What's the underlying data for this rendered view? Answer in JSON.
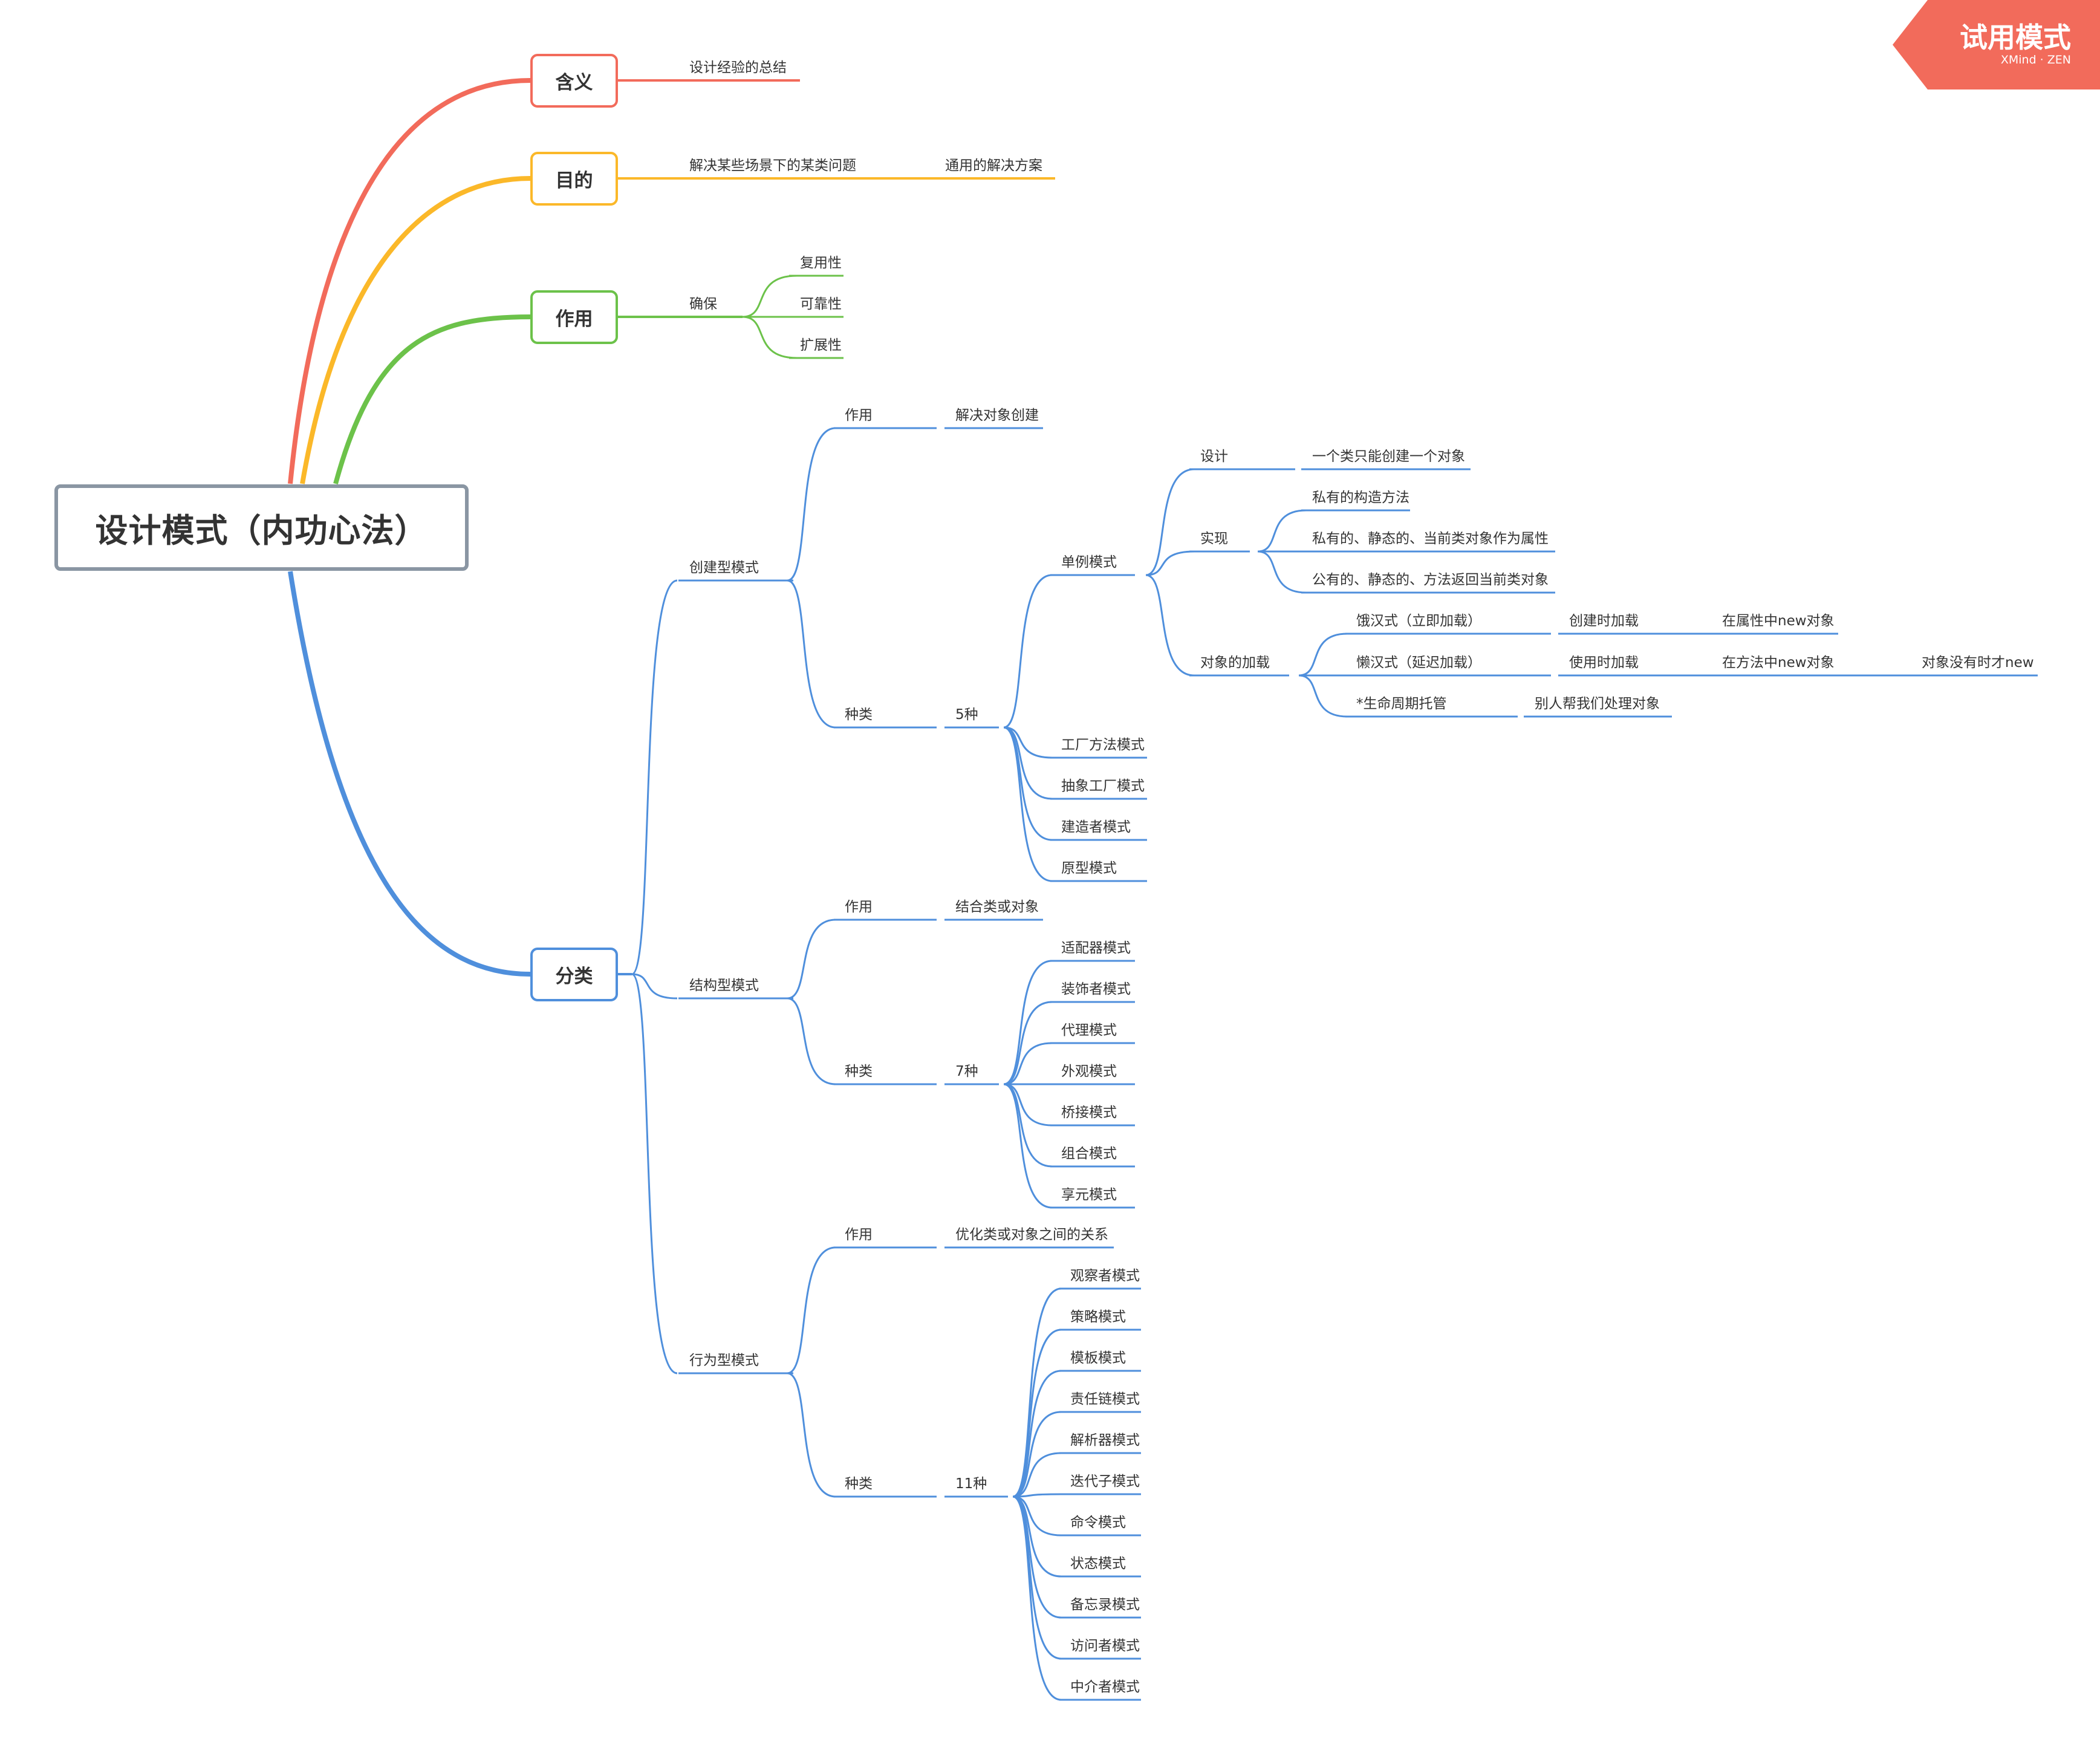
{
  "colors": {
    "meaning": "#f26b5b",
    "purpose": "#fbb829",
    "function": "#6cc24a",
    "category": "#4f8fdc",
    "root_border": "#8a96a3",
    "trial_bg": "#f26b5b"
  },
  "watermark": {
    "title": "试用模式",
    "sub": "XMind · ZEN"
  },
  "root": {
    "label": "设计模式（内功心法）"
  },
  "meaning": {
    "label": "含义",
    "child": "设计经验的总结"
  },
  "purpose": {
    "label": "目的",
    "child": "解决某些场景下的某类问题",
    "grandchild": "通用的解决方案"
  },
  "function": {
    "label": "作用",
    "child": "确保",
    "items": [
      "复用性",
      "可靠性",
      "扩展性"
    ]
  },
  "category": {
    "label": "分类",
    "creational": {
      "label": "创建型模式",
      "role_label": "作用",
      "role": "解决对象创建",
      "kinds_label": "种类",
      "kinds_count": "5种",
      "singleton": {
        "label": "单例模式",
        "design_label": "设计",
        "design": "一个类只能创建一个对象",
        "impl_label": "实现",
        "impl": [
          "私有的构造方法",
          "私有的、静态的、当前类对象作为属性",
          "公有的、静态的、方法返回当前类对象"
        ],
        "loading_label": "对象的加载",
        "eager": [
          "饿汉式（立即加载）",
          "创建时加载",
          "在属性中new对象"
        ],
        "lazy": [
          "懒汉式（延迟加载）",
          "使用时加载",
          "在方法中new对象",
          "对象没有时才new"
        ],
        "lifecycle": [
          "*生命周期托管",
          "别人帮我们处理对象"
        ]
      },
      "others": [
        "工厂方法模式",
        "抽象工厂模式",
        "建造者模式",
        "原型模式"
      ]
    },
    "structural": {
      "label": "结构型模式",
      "role_label": "作用",
      "role": "结合类或对象",
      "kinds_label": "种类",
      "kinds_count": "7种",
      "items": [
        "适配器模式",
        "装饰者模式",
        "代理模式",
        "外观模式",
        "桥接模式",
        "组合模式",
        "享元模式"
      ]
    },
    "behavioral": {
      "label": "行为型模式",
      "role_label": "作用",
      "role": "优化类或对象之间的关系",
      "kinds_label": "种类",
      "kinds_count": "11种",
      "items": [
        "观察者模式",
        "策略模式",
        "模板模式",
        "责任链模式",
        "解析器模式",
        "迭代子模式",
        "命令模式",
        "状态模式",
        "备忘录模式",
        "访问者模式",
        "中介者模式"
      ]
    }
  }
}
